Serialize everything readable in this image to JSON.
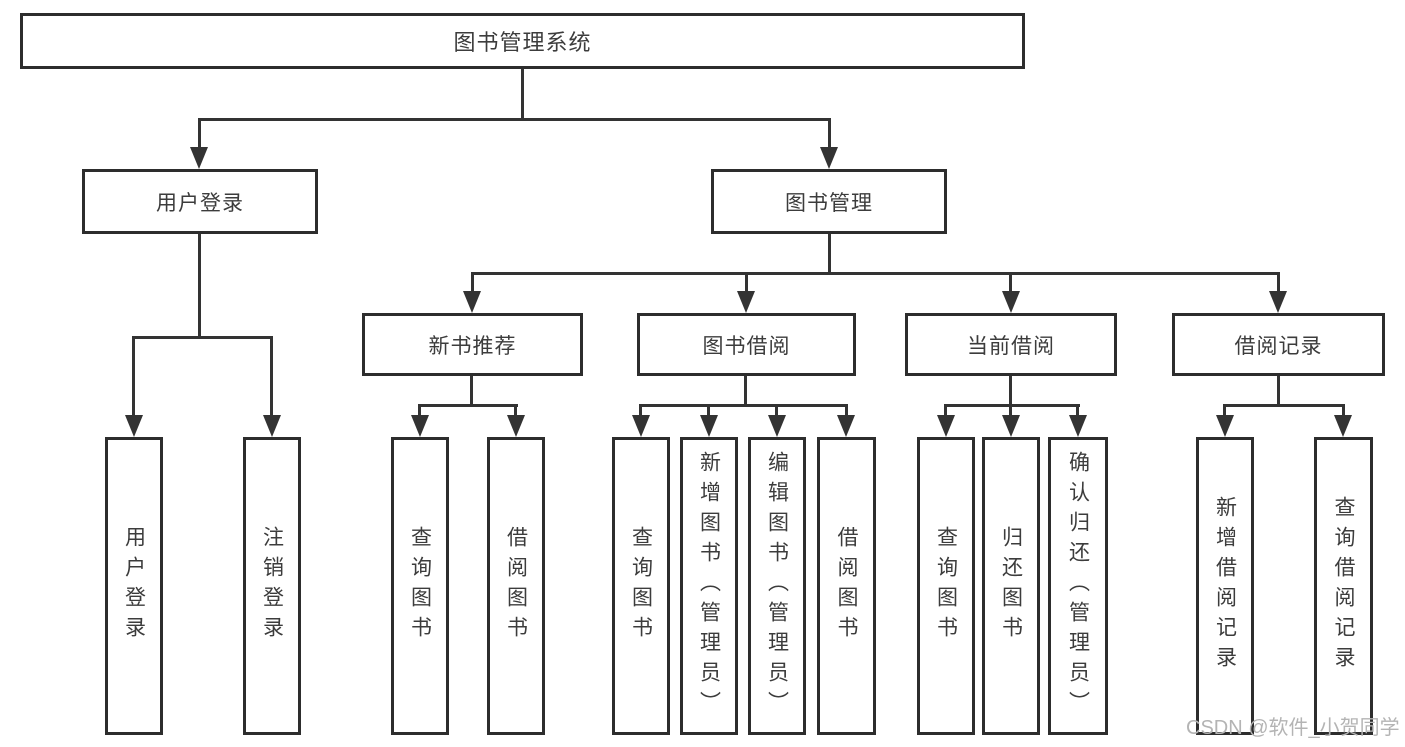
{
  "tree": {
    "root": "图书管理系统",
    "user_login": {
      "label": "用户登录",
      "children": [
        "用户登录",
        "注销登录"
      ]
    },
    "book_mgmt": {
      "label": "图书管理",
      "sections": [
        {
          "label": "新书推荐",
          "children": [
            "查询图书",
            "借阅图书"
          ]
        },
        {
          "label": "图书借阅",
          "children": [
            "查询图书",
            "新增图书（管理员）",
            "编辑图书（管理员）",
            "借阅图书"
          ]
        },
        {
          "label": "当前借阅",
          "children": [
            "查询图书",
            "归还图书",
            "确认归还（管理员）"
          ]
        },
        {
          "label": "借阅记录",
          "children": [
            "新增借阅记录",
            "查询借阅记录"
          ]
        }
      ]
    }
  },
  "watermark": "CSDN @软件_小贺同学",
  "colors": {
    "box_border": "#2d2d2d",
    "line": "#333333",
    "text": "#3c3c3c",
    "watermark": "#b4b4b4",
    "background": "#ffffff"
  }
}
